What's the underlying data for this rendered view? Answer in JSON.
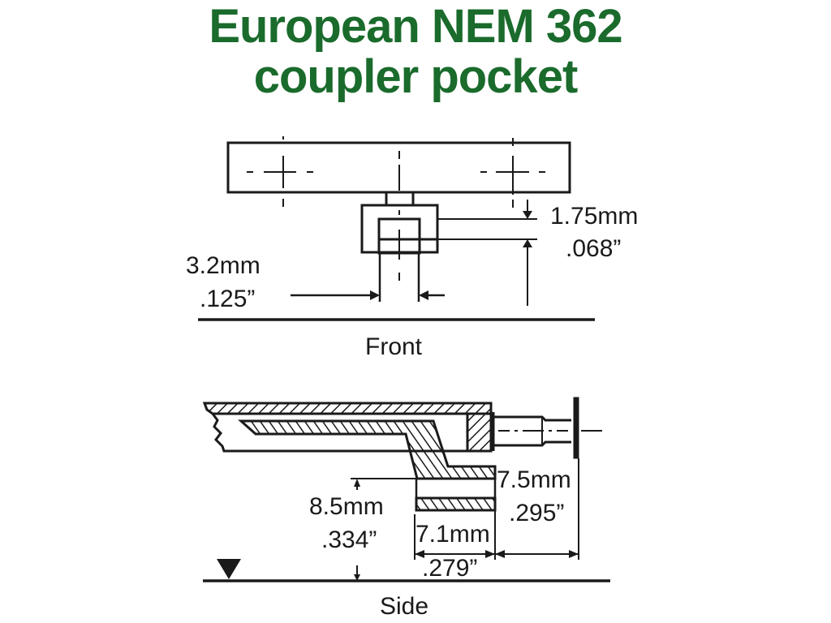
{
  "title": {
    "line1": "European NEM 362",
    "line2": "coupler pocket",
    "color": "#1a6b2c"
  },
  "front_view": {
    "caption": "Front",
    "dim_height": {
      "mm": "1.75mm",
      "inch": ".068”"
    },
    "dim_width": {
      "mm": "3.2mm",
      "inch": ".125”"
    }
  },
  "side_view": {
    "caption": "Side",
    "dim_height_from_rail": {
      "mm": "8.5mm",
      "inch": ".334”"
    },
    "dim_pocket_length": {
      "mm": "7.1mm",
      "inch": ".279”"
    },
    "dim_extension": {
      "mm": "7.5mm",
      "inch": ".295”"
    },
    "rail_marker": "rail-top-triangle"
  },
  "line_color": "#1a1a1a"
}
